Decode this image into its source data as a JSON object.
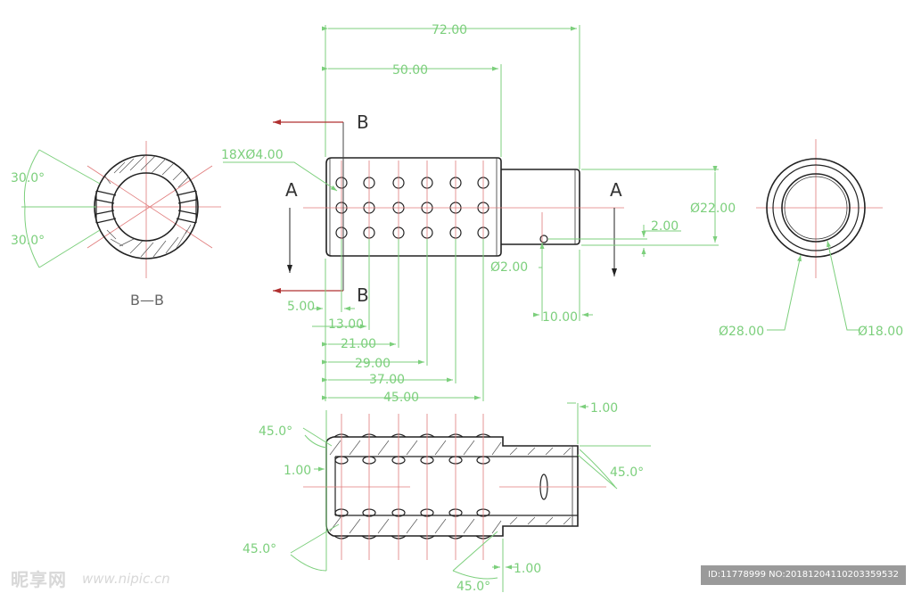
{
  "dimensions": {
    "overall_length": "72.00",
    "body_length": "50.00",
    "hole_callout": "18XØ4.00",
    "diameter_main": "Ø22.00",
    "offset_2": "2.00",
    "pin_hole": "Ø2.00",
    "shaft_10": "10.00",
    "d_28": "Ø28.00",
    "d_18": "Ø18.00",
    "pos_5": "5.00",
    "pos_13": "13.00",
    "pos_21": "21.00",
    "pos_29": "29.00",
    "pos_37": "37.00",
    "pos_45": "45.00",
    "angle_30_top": "30.0°",
    "angle_30_bottom": "30.0°",
    "chamfer_45_tl": "45.0°",
    "chamfer_45_r": "45.0°",
    "chamfer_45_bl": "45.0°",
    "chamfer_45_b": "45.0°",
    "groove_1_top": "1.00",
    "groove_1_left": "1.00",
    "groove_1_bottom": "1.00"
  },
  "section_labels": {
    "b_top": "B",
    "b_bottom": "B",
    "a_left": "A",
    "a_right": "A",
    "section_caption": "B—B"
  },
  "watermark": {
    "logo": "昵享网",
    "url": "www.nipic.cn",
    "id_text": "ID:11778999 NO:20181204110203359532"
  }
}
